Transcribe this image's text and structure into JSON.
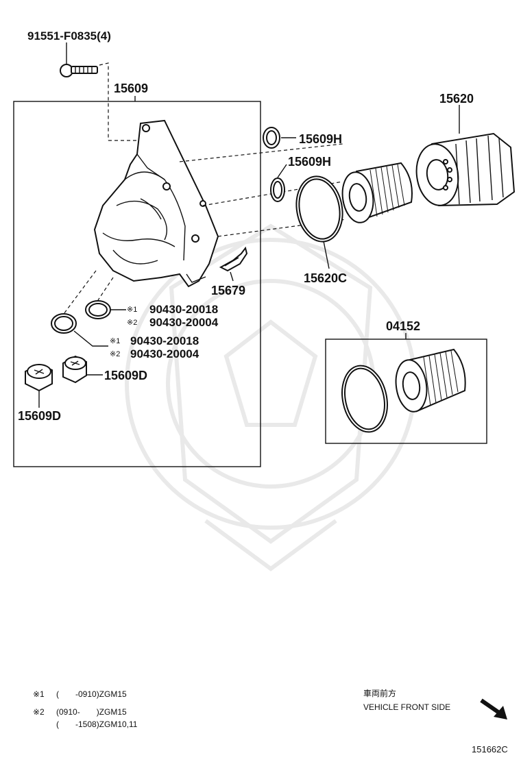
{
  "diagram_code": "151662C",
  "labels": {
    "bolt": "91551-F0835(4)",
    "housing": "15609",
    "oring_top": "15609H",
    "oring_mid": "15609H",
    "cap": "15620",
    "gasket": "15620C",
    "clip": "15679",
    "washer_a_1": "90430-20018",
    "washer_a_2": "90430-20004",
    "washer_b_1": "90430-20018",
    "washer_b_2": "90430-20004",
    "plug_right": "15609D",
    "plug_left": "15609D",
    "element_kit": "04152"
  },
  "marks": {
    "m1": "※1",
    "m2": "※2"
  },
  "legend": {
    "note1_mark": "※1",
    "note1_text": "(　　-0910)ZGM15",
    "note2_mark": "※2",
    "note2_text_a": "(0910-　　)ZGM15",
    "note2_text_b": "(　　-1508)ZGM10,11"
  },
  "orientation": {
    "jp": "車両前方",
    "en": "VEHICLE FRONT SIDE"
  }
}
